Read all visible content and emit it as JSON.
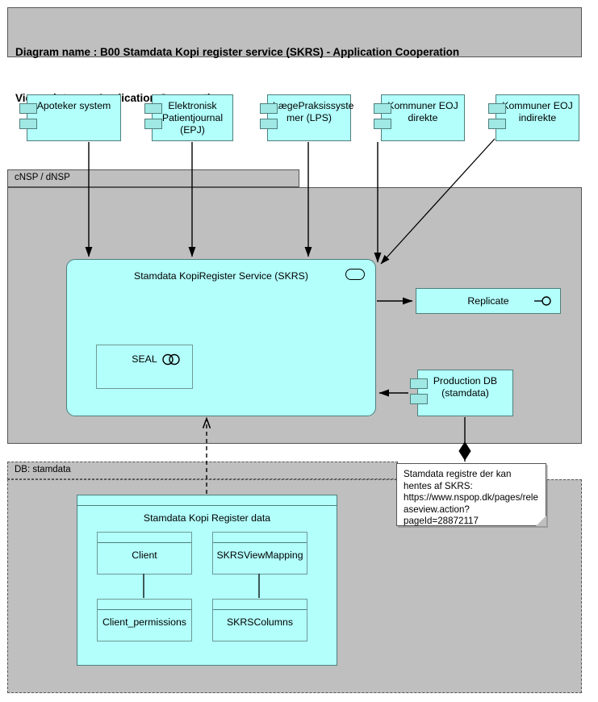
{
  "header": {
    "line1": "Diagram name : B00 Stamdata Kopi register service (SKRS) - Application Cooperation",
    "line2": "Viewpoint        : Application Cooperation"
  },
  "sources": [
    {
      "id": "apoteker",
      "label": "Apoteker system"
    },
    {
      "id": "epj",
      "label": "Elektronisk\nPatientjournal\n(EPJ)"
    },
    {
      "id": "lps",
      "label": "LægePraksissyste\nmer (LPS)"
    },
    {
      "id": "eoj_dir",
      "label": "Kommuner EOJ\ndirekte"
    },
    {
      "id": "eoj_indir",
      "label": "Kommuner EOJ\nindirekte"
    }
  ],
  "packages": {
    "nsp": {
      "label": "cNSP / dNSP"
    },
    "db": {
      "label": "DB: stamdata"
    }
  },
  "service": {
    "label": "Stamdata KopiRegister Service (SKRS)",
    "icon": "application-service-icon"
  },
  "seal": {
    "label": "SEAL",
    "icon": "application-collaboration-icon"
  },
  "replicate": {
    "label": "Replicate",
    "icon": "application-interface-icon"
  },
  "production_db": {
    "label": "Production DB\n(stamdata)"
  },
  "data_container": {
    "label": "Stamdata Kopi Register data",
    "tables": [
      {
        "id": "client",
        "label": "Client"
      },
      {
        "id": "skrsviewmapping",
        "label": "SKRSViewMapping"
      },
      {
        "id": "client_permissions",
        "label": "Client_permissions"
      },
      {
        "id": "skrscolumns",
        "label": "SKRSColumns"
      }
    ]
  },
  "note": {
    "text": "Stamdata registre der kan hentes af SKRS: https://www.nspop.dk/pages/releaseview.action?pageId=28872117"
  },
  "colors": {
    "element_fill": "#b2fffb",
    "element_stroke": "#4f7f7c",
    "package_fill": "#bfbfbf",
    "package_stroke": "#555555",
    "note_fill": "#ffffff",
    "connector": "#000000",
    "canvas": "#ffffff"
  }
}
